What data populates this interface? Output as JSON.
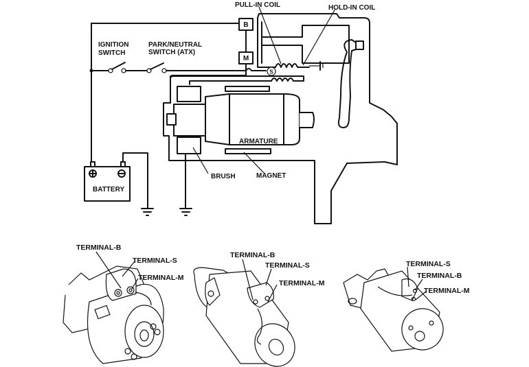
{
  "diagram": {
    "title": "Starter motor circuit and terminal locations",
    "schematic": {
      "labels": {
        "pull_in_coil": "PULL-IN COIL",
        "hold_in_coil": "HOLD-IN COIL",
        "ignition_switch_line1": "IGNITION",
        "ignition_switch_line2": "SWITCH",
        "park_neutral_line1": "PARK/NEUTRAL",
        "park_neutral_line2": "SWITCH (ATX)",
        "armature": "ARMATURE",
        "brush": "BRUSH",
        "magnet": "MAGNET",
        "battery": "BATTERY"
      },
      "terminal_boxes": {
        "b": "B",
        "m": "M",
        "s": "S"
      },
      "battery_symbols": {
        "positive": "+",
        "negative": "−"
      }
    },
    "starter_views": [
      {
        "name": "starter-view-1",
        "terminals": [
          "TERMINAL-B",
          "TERMINAL-S",
          "TERMINAL-M"
        ]
      },
      {
        "name": "starter-view-2",
        "terminals": [
          "TERMINAL-B",
          "TERMINAL-S",
          "TERMINAL-M"
        ]
      },
      {
        "name": "starter-view-3",
        "terminals": [
          "TERMINAL-S",
          "TERMINAL-B",
          "TERMINAL-M"
        ]
      }
    ]
  }
}
